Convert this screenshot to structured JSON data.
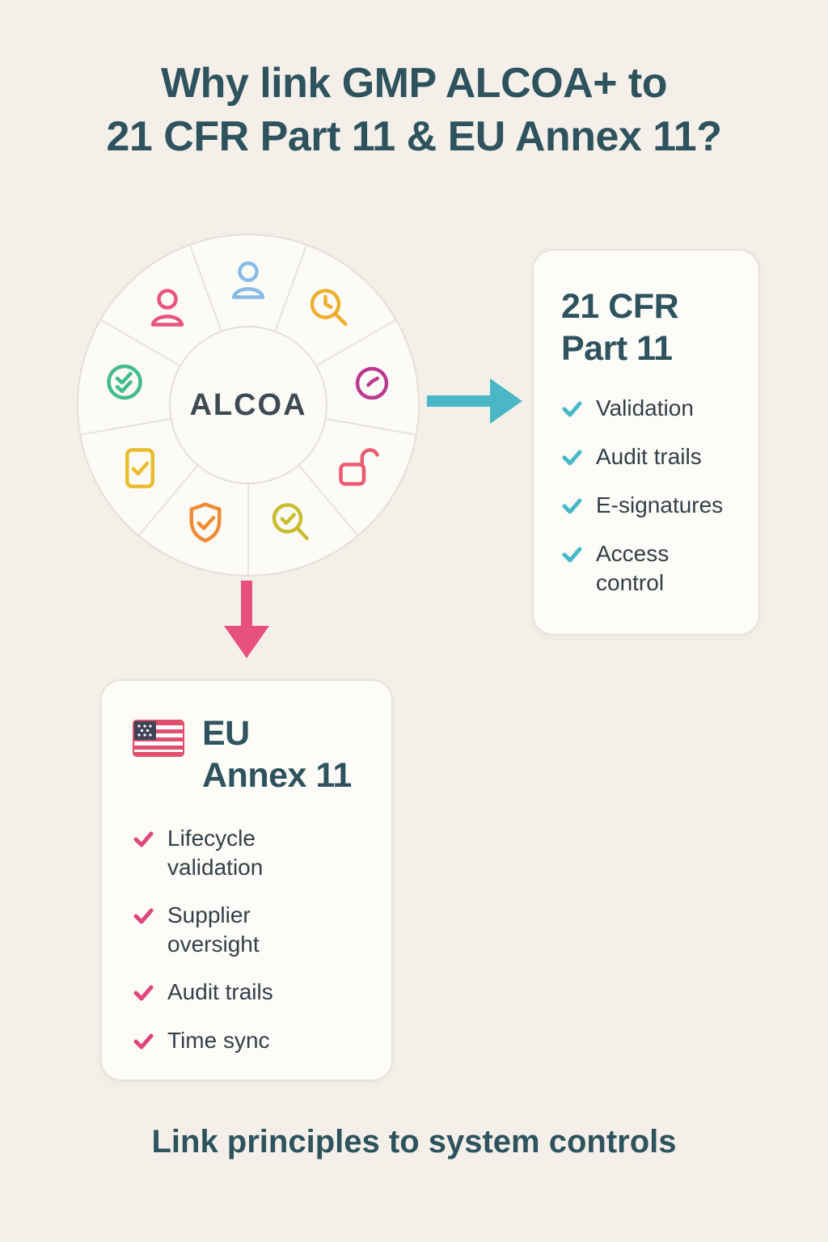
{
  "title": {
    "line1": "Why link GMP ALCOA+ to",
    "line2": "21 CFR Part 11 & EU Annex 11?"
  },
  "wheel": {
    "center_label": "ALCOA",
    "icons": [
      {
        "name": "person-icon",
        "color": "#86bce6"
      },
      {
        "name": "search-clock-icon",
        "color": "#efae2e"
      },
      {
        "name": "clock-icon",
        "color": "#ba3a90"
      },
      {
        "name": "unlock-icon",
        "color": "#ec5b70"
      },
      {
        "name": "search-check-icon",
        "color": "#c8bc2f"
      },
      {
        "name": "shield-check-icon",
        "color": "#f08c33"
      },
      {
        "name": "document-check-icon",
        "color": "#e9bc2b"
      },
      {
        "name": "shield-double-check-icon",
        "color": "#43bb8c"
      },
      {
        "name": "person-icon",
        "color": "#e8537f"
      }
    ]
  },
  "arrows": {
    "to_cfr_color": "#4ab7c6",
    "to_annex_color": "#e8517e"
  },
  "cfr_card": {
    "title_line1": "21 CFR",
    "title_line2": "Part 11",
    "check_color": "#49b8c7",
    "items": [
      "Validation",
      "Audit trails",
      "E-signatures",
      "Access control"
    ]
  },
  "annex_card": {
    "flag_icon": "flag-icon",
    "title_line1": "EU",
    "title_line2": "Annex 11",
    "check_color": "#e0457b",
    "items": [
      "Lifecycle validation",
      "Supplier oversight",
      "Audit trails",
      "Time sync"
    ]
  },
  "footer": "Link principles to system controls",
  "colors": {
    "background": "#f4f0e9",
    "card_background": "#fdfcf8",
    "heading": "#2e535e",
    "body_text": "#333f47"
  }
}
